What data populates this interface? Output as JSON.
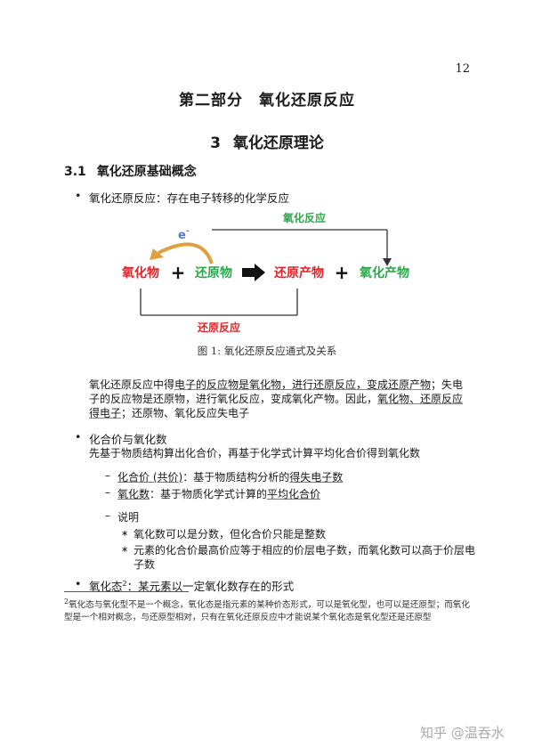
{
  "page_number": "12",
  "part_title": "第二部分　氧化还原反应",
  "chapter": {
    "number": "3",
    "title": "氧化还原理论"
  },
  "section": {
    "number": "3.1",
    "title": "氧化还原基础概念"
  },
  "bullets": {
    "redox_def": "氧化还原反应：存在电子转移的化学反应",
    "valence_title": "化合价与氧化数",
    "valence_desc": "先基于物质结构算出化合价，再基于化学式计算平均化合价得到氧化数",
    "oxstate_label": "氧化态",
    "oxstate_sup": "2",
    "oxstate_text": "：某元素以一定氧化数存在的形式"
  },
  "diagram": {
    "electron": "e",
    "electron_sup": "-",
    "oxidant": "氧化物",
    "plus": "+",
    "reductant": "还原物",
    "reduced_product": "还原产物",
    "oxidized_product": "氧化产物",
    "oxidation_label": "氧化反应",
    "reduction_label": "还原反应",
    "colors": {
      "red": "#e0252a",
      "green": "#2aa84a",
      "blue": "#4a7fd0",
      "orange": "#e0a040"
    }
  },
  "caption": "图 1: 氧化还原反应通式及关系",
  "paragraph": {
    "p1": "氧化还原反应中得",
    "u1": "电子的反应物是氧化物，进行还原反应，变成还原产物",
    "p2": "；失电子的反应物是还原物，进行氧化反应，变成氧化产物",
    "p3": "。因此，",
    "u2": "氧化物、还原反应得电子",
    "p4": "；还原物、氧化反应失电子"
  },
  "sub_items": {
    "valence_label": "化合价 (共价)",
    "valence_text_a": "：基于物质结构分析的",
    "valence_text_u": "得失电子数",
    "oxnum_label": "氧化数",
    "oxnum_text_a": "：基于物质化学式计算的",
    "oxnum_text_u": "平均化合价",
    "note_label": "说明"
  },
  "notes": {
    "n1": "氧化数可以是分数，但化合价只能是整数",
    "n2": "元素的化合价最高价应等于相应的价层电子数，而氧化数可以高于价层电子数"
  },
  "footnote": {
    "mark": "2",
    "text": "氧化态与氧化型不是一个概念，氧化态是指元素的某种价态形式，可以是氧化型，也可以是还原型；而氧化型是一个相对概念，与还原型相对，只有在氧化还原反应中才能说某个氧化态是氧化型还是还原型"
  },
  "watermark": "知乎 @温吞水"
}
